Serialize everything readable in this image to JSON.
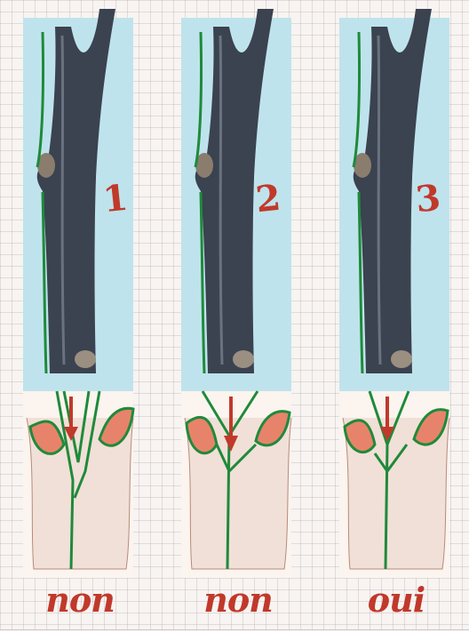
{
  "header": {
    "title": ""
  },
  "panels": [
    {
      "number": "1",
      "verdict": "non"
    },
    {
      "number": "2",
      "verdict": "non"
    },
    {
      "number": "3",
      "verdict": "oui"
    }
  ],
  "colors": {
    "sky": "#bfe3ec",
    "bark": "#3b4250",
    "outline_green": "#1f8a3a",
    "red_label": "#c0392b",
    "bud_pink": "#e8836b"
  }
}
